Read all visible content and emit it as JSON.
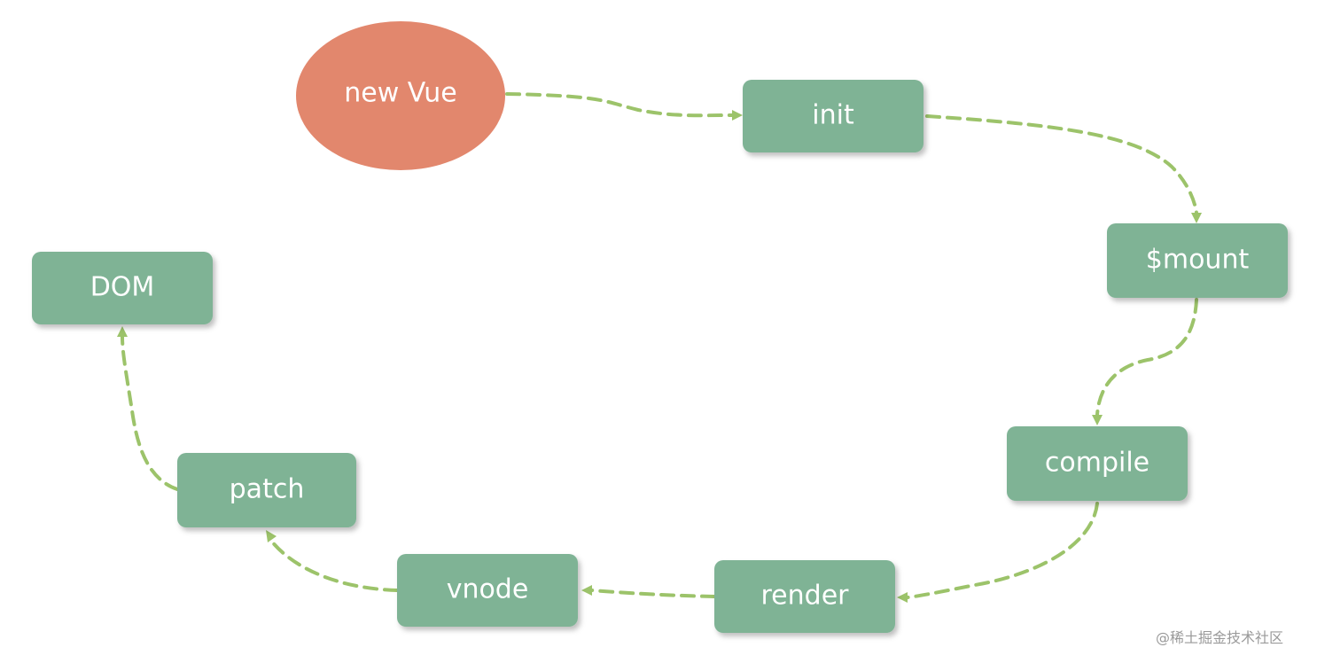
{
  "diagram": {
    "start_node": {
      "label": "new Vue",
      "color": "#e2876d"
    },
    "nodes": {
      "init": {
        "label": "init"
      },
      "mount": {
        "label": "$mount"
      },
      "compile": {
        "label": "compile"
      },
      "render": {
        "label": "render"
      },
      "vnode": {
        "label": "vnode"
      },
      "patch": {
        "label": "patch"
      },
      "dom": {
        "label": "DOM"
      }
    },
    "node_color": "#7fb395",
    "edge_color": "#9cc36a",
    "edges": [
      {
        "from": "new Vue",
        "to": "init"
      },
      {
        "from": "init",
        "to": "$mount"
      },
      {
        "from": "$mount",
        "to": "compile"
      },
      {
        "from": "compile",
        "to": "render"
      },
      {
        "from": "render",
        "to": "vnode"
      },
      {
        "from": "vnode",
        "to": "patch"
      },
      {
        "from": "patch",
        "to": "DOM"
      }
    ]
  },
  "watermark": {
    "text": "@稀土掘金技术社区"
  }
}
